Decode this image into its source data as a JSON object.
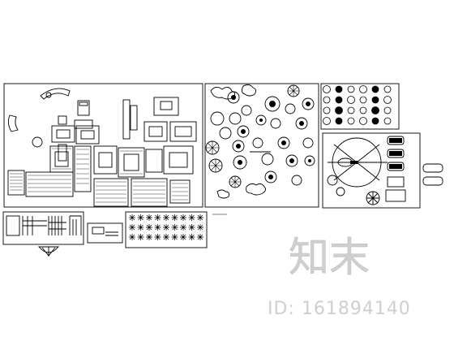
{
  "watermark": {
    "brand": "知末",
    "id_text": "ID: 161894140",
    "color": "#cfcfcf"
  },
  "drawing": {
    "panels": [
      {
        "name": "furniture-plan-blocks"
      },
      {
        "name": "tree-symbol-blocks"
      },
      {
        "name": "small-plant-symbol-grid"
      },
      {
        "name": "vehicle-helicopter-blocks"
      },
      {
        "name": "elevation-blocks"
      },
      {
        "name": "shrub-symbol-blocks"
      },
      {
        "name": "linework-sample"
      }
    ],
    "tiny_label": "—→"
  }
}
